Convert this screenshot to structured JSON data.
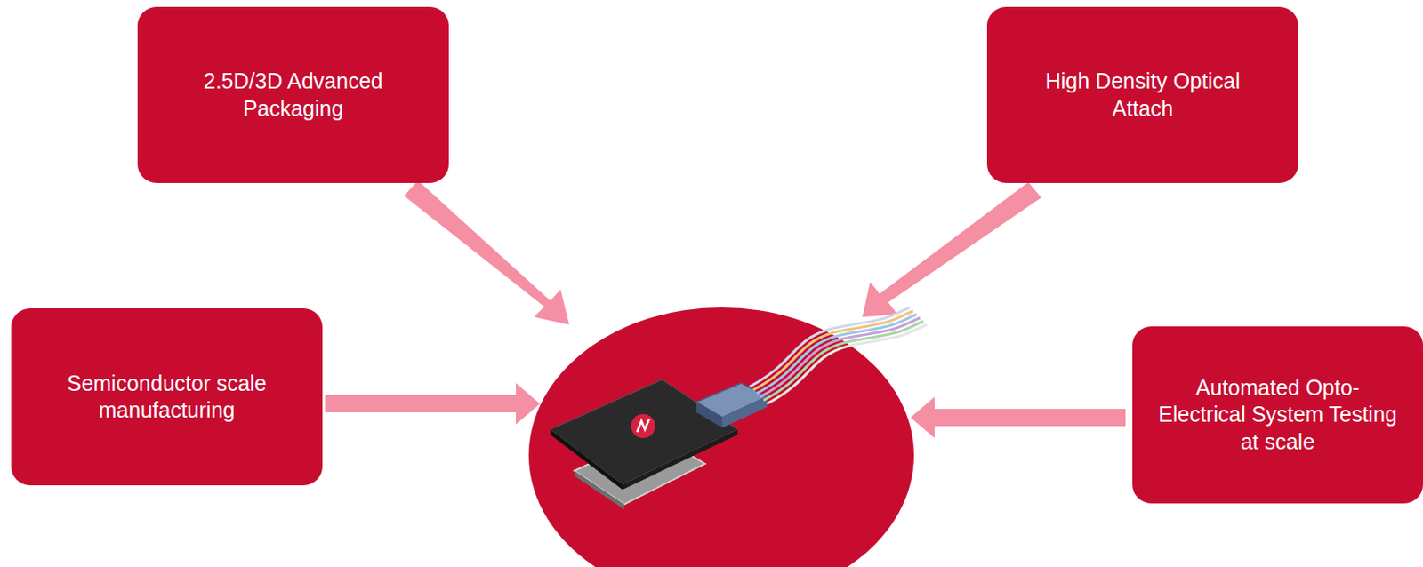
{
  "diagram": {
    "nodes": [
      {
        "text": [
          "2.5D/3D Advanced Packaging"
        ]
      },
      {
        "text": [
          "High Density Optical Attach"
        ]
      },
      {
        "text": [
          "Semiconductor scale manufacturing"
        ]
      },
      {
        "text": [
          "Automated Opto-Electrical System Testing at scale"
        ]
      }
    ]
  }
}
